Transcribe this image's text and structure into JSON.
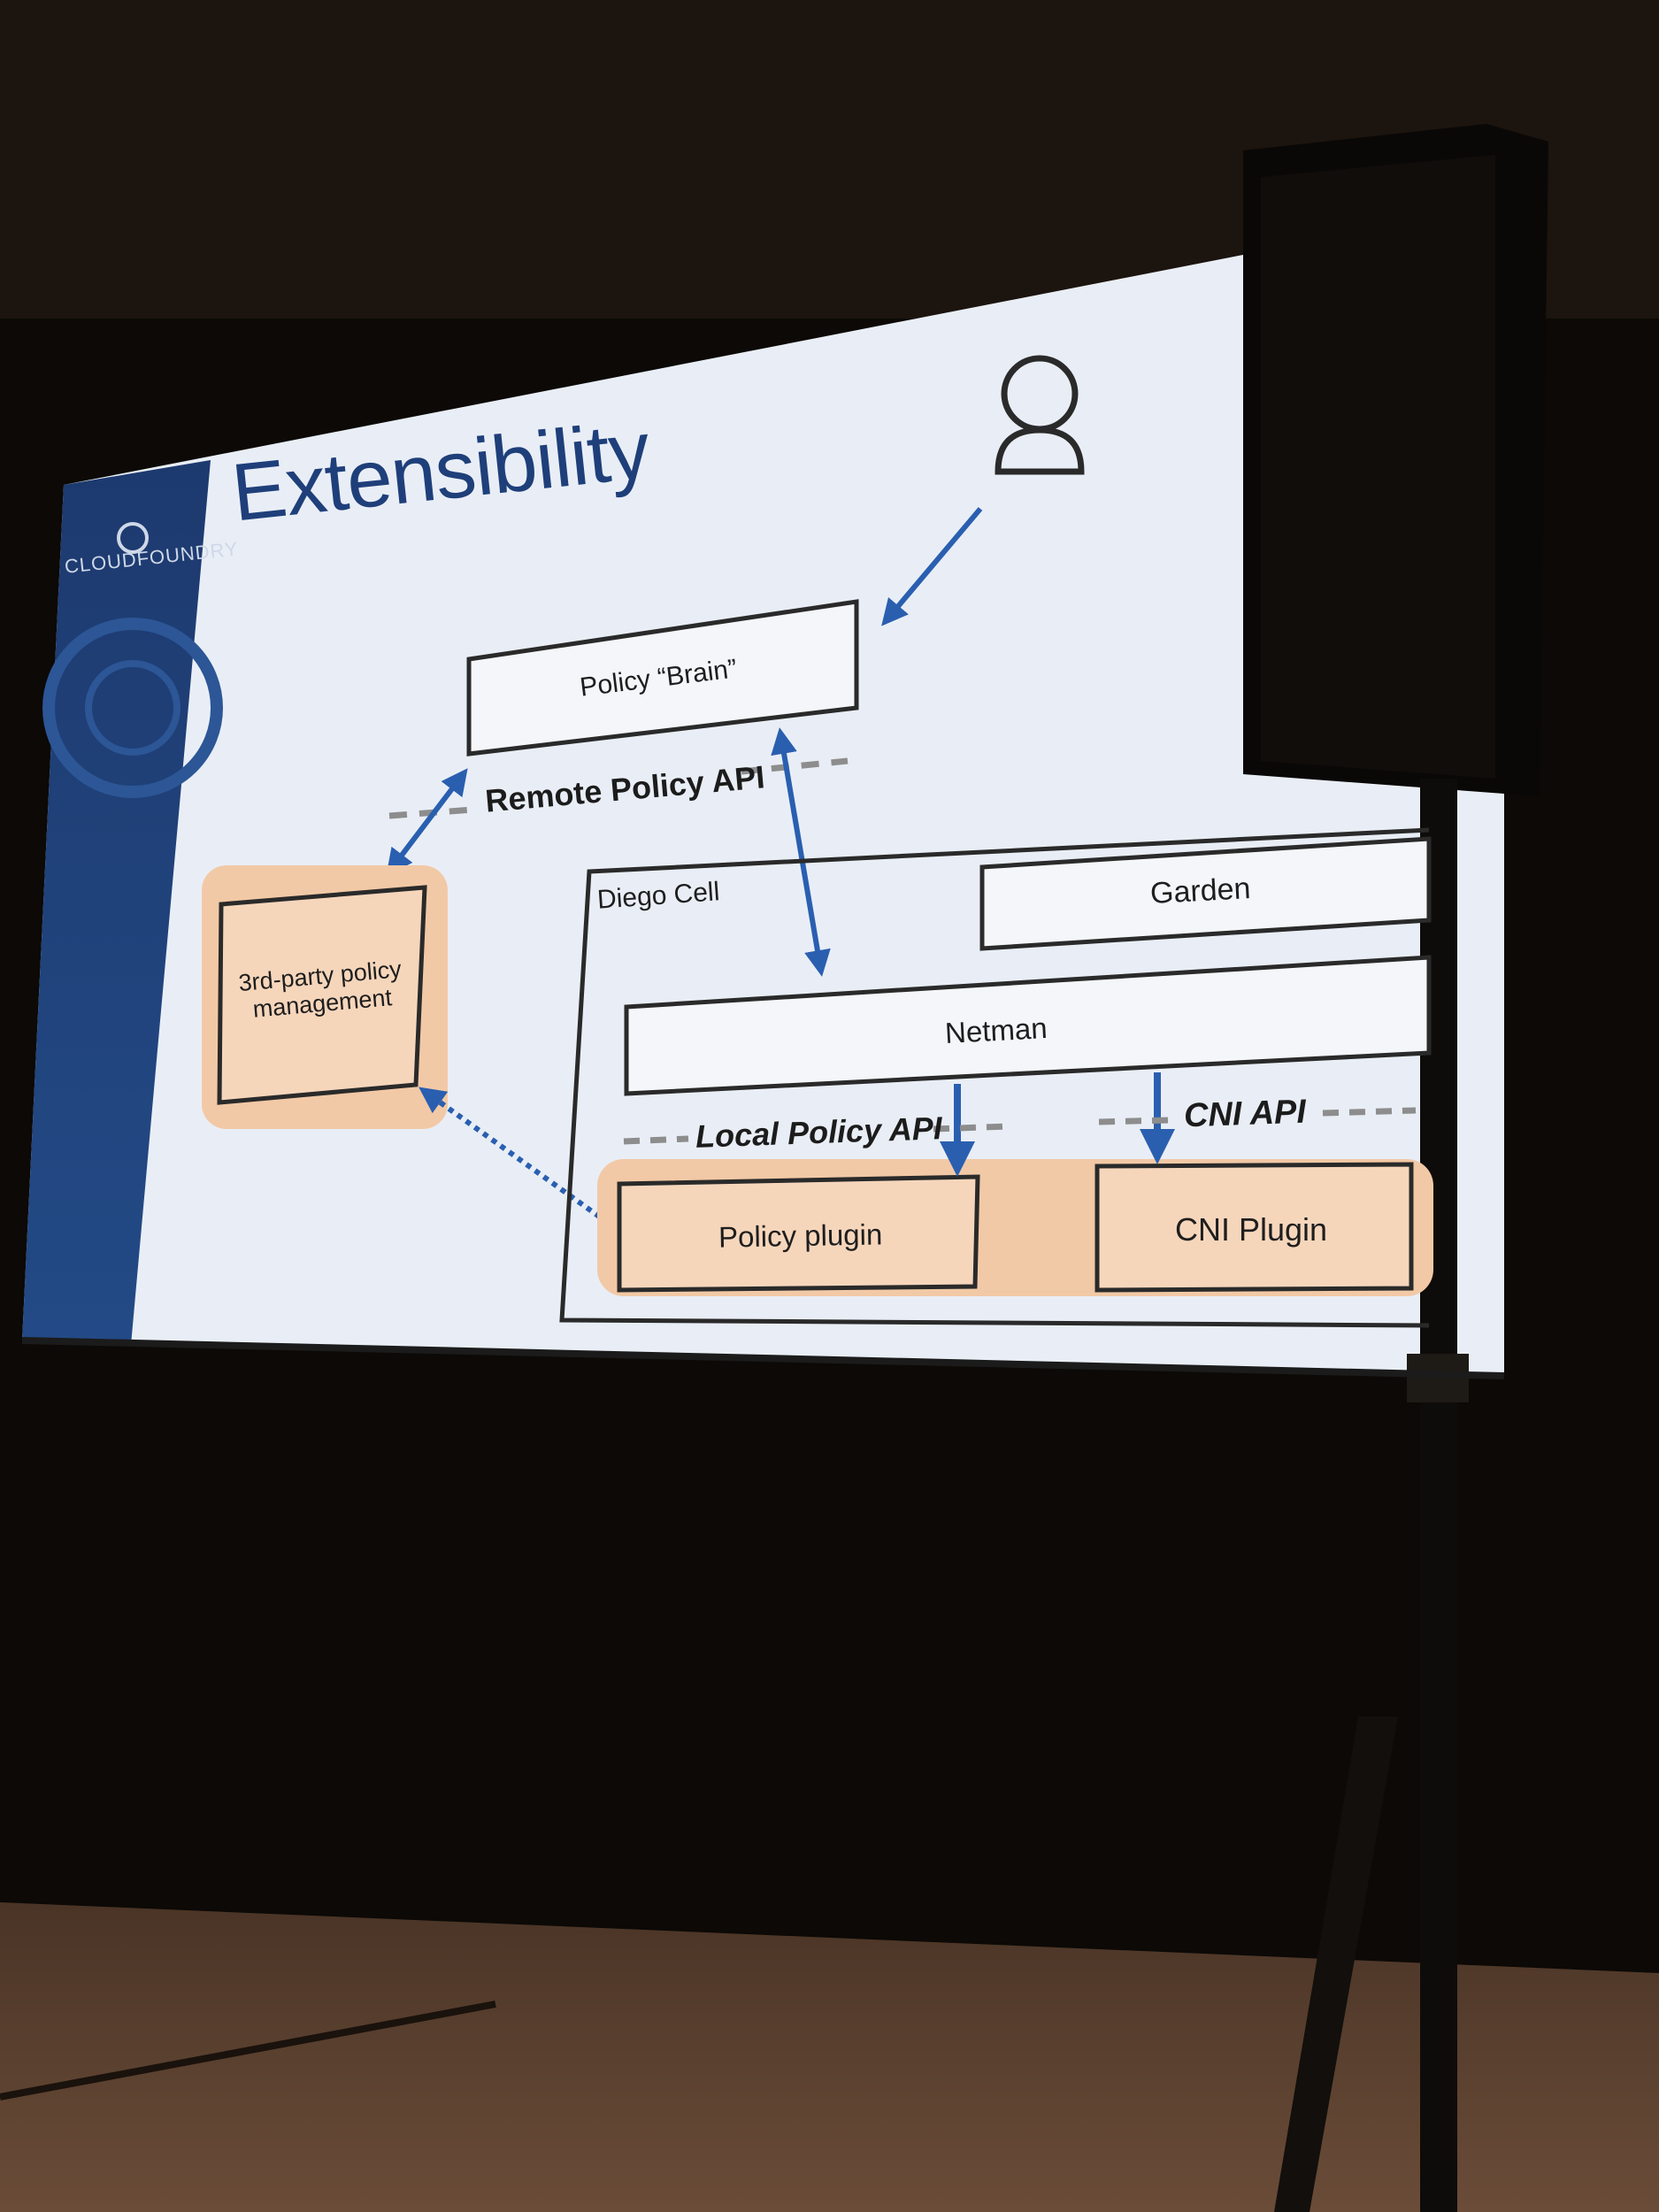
{
  "slide": {
    "title": "Extensibility",
    "logo_text": "CLOUDFOUNDRY"
  },
  "diagram": {
    "policy_brain": "Policy “Brain”",
    "remote_policy_api": "Remote Policy API",
    "third_party": "3rd-party policy management",
    "diego_cell": "Diego Cell",
    "garden": "Garden",
    "netman": "Netman",
    "local_policy_api": "Local Policy API",
    "cni_api": "CNI API",
    "policy_plugin": "Policy plugin",
    "cni_plugin": "CNI Plugin"
  },
  "colors": {
    "slide_bg": "#e9eef6",
    "title": "#1f3f7a",
    "arrow": "#2a5fb0",
    "highlight": "#f2c9a6",
    "sidebar": "#1c3566"
  }
}
